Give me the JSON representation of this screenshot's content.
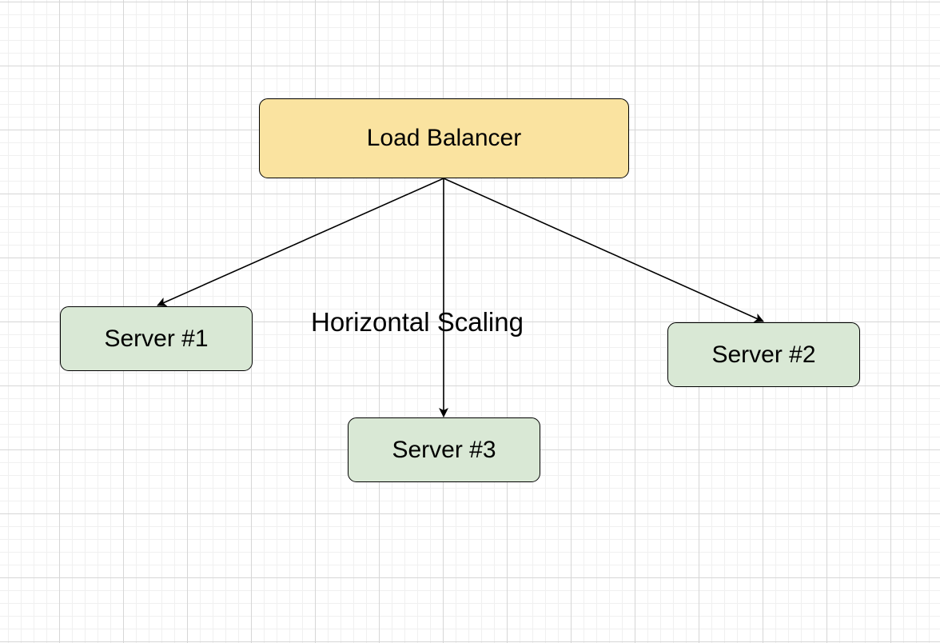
{
  "diagram": {
    "nodes": [
      {
        "id": "lb",
        "label": "Load Balancer",
        "fill": "#fae3a0"
      },
      {
        "id": "s1",
        "label": "Server #1",
        "fill": "#d9e8d5"
      },
      {
        "id": "s2",
        "label": "Server #2",
        "fill": "#d9e8d5"
      },
      {
        "id": "s3",
        "label": "Server #3",
        "fill": "#d9e8d5"
      }
    ],
    "edges": [
      {
        "from": "lb",
        "to": "s1",
        "label": ""
      },
      {
        "from": "lb",
        "to": "s3",
        "label": "Horizontal Scaling"
      },
      {
        "from": "lb",
        "to": "s2",
        "label": ""
      }
    ],
    "colors": {
      "stroke": "#000000",
      "grid": "#d6d6d6"
    }
  }
}
